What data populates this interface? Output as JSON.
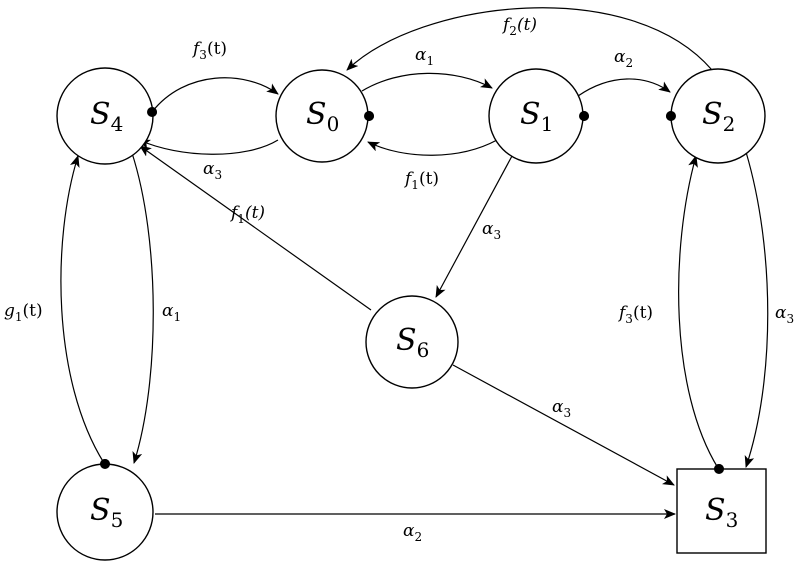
{
  "colors": {
    "stroke": "#000000",
    "background": "#ffffff"
  },
  "nodes": [
    {
      "id": "S4",
      "symbol": "S",
      "subscript": "4",
      "shape": "circle"
    },
    {
      "id": "S0",
      "symbol": "S",
      "subscript": "0",
      "shape": "circle"
    },
    {
      "id": "S1",
      "symbol": "S",
      "subscript": "1",
      "shape": "circle"
    },
    {
      "id": "S2",
      "symbol": "S",
      "subscript": "2",
      "shape": "circle"
    },
    {
      "id": "S6",
      "symbol": "S",
      "subscript": "6",
      "shape": "circle"
    },
    {
      "id": "S5",
      "symbol": "S",
      "subscript": "5",
      "shape": "circle"
    },
    {
      "id": "S3",
      "symbol": "S",
      "subscript": "3",
      "shape": "square"
    }
  ],
  "edges": [
    {
      "id": "S4-S0",
      "from": "S4",
      "to": "S0",
      "label": {
        "symbol": "f",
        "subscript": "3",
        "arg": "(t)"
      }
    },
    {
      "id": "S0-S4",
      "from": "S0",
      "to": "S4",
      "label": {
        "symbol": "α",
        "subscript": "3",
        "arg": ""
      }
    },
    {
      "id": "S0-S1",
      "from": "S0",
      "to": "S1",
      "label": {
        "symbol": "α",
        "subscript": "1",
        "arg": ""
      }
    },
    {
      "id": "S1-S0",
      "from": "S1",
      "to": "S0",
      "label": {
        "symbol": "f",
        "subscript": "1",
        "arg": "(t)"
      }
    },
    {
      "id": "S1-S2",
      "from": "S1",
      "to": "S2",
      "label": {
        "symbol": "α",
        "subscript": "2",
        "arg": ""
      }
    },
    {
      "id": "S2-S0",
      "from": "S2",
      "to": "S0",
      "label": {
        "symbol": "f",
        "subscript": "2",
        "arg": "(t)"
      }
    },
    {
      "id": "S1-S6",
      "from": "S1",
      "to": "S6",
      "label": {
        "symbol": "α",
        "subscript": "3",
        "arg": ""
      }
    },
    {
      "id": "S6-S4",
      "from": "S6",
      "to": "S4",
      "label": {
        "symbol": "f",
        "subscript": "1",
        "arg": "(t)"
      }
    },
    {
      "id": "S4-S5",
      "from": "S4",
      "to": "S5",
      "label": {
        "symbol": "α",
        "subscript": "1",
        "arg": ""
      }
    },
    {
      "id": "S5-S4",
      "from": "S5",
      "to": "S4",
      "label": {
        "symbol": "g",
        "subscript": "1",
        "arg": "(t)"
      }
    },
    {
      "id": "S6-S3",
      "from": "S6",
      "to": "S3",
      "label": {
        "symbol": "α",
        "subscript": "3",
        "arg": ""
      }
    },
    {
      "id": "S5-S3",
      "from": "S5",
      "to": "S3",
      "label": {
        "symbol": "α",
        "subscript": "2",
        "arg": ""
      }
    },
    {
      "id": "S2-S3",
      "from": "S2",
      "to": "S3",
      "label": {
        "symbol": "α",
        "subscript": "3",
        "arg": ""
      }
    },
    {
      "id": "S3-S2",
      "from": "S3",
      "to": "S2",
      "label": {
        "symbol": "f",
        "subscript": "3",
        "arg": "(t)"
      }
    }
  ]
}
